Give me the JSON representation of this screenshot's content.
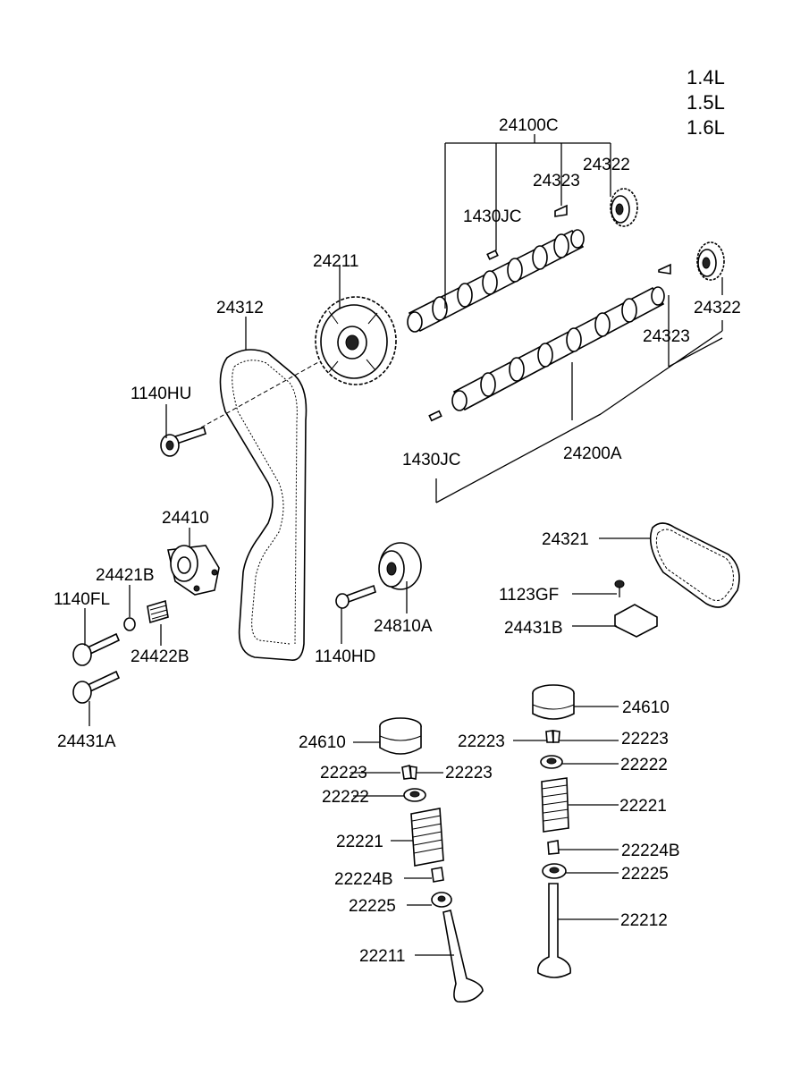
{
  "engine_variants": [
    "1.4L",
    "1.5L",
    "1.6L"
  ],
  "parts": {
    "camshaft_assy_top": "24100C",
    "camshaft_assy_bottom": "24200A",
    "pin_top": "1430JC",
    "pin_bottom": "1430JC",
    "key_top": "24323",
    "key_bottom": "24323",
    "sprocket_top": "24322",
    "sprocket_bottom": "24322",
    "timing_pulley": "24211",
    "timing_belt": "24312",
    "bolt_pulley": "1140HU",
    "tensioner": "24410",
    "washer": "24421B",
    "bolt_fl": "1140FL",
    "spring": "24422B",
    "bolt_tensioner": "24431A",
    "idler": "24810A",
    "bolt_idler": "1140HD",
    "chain": "24321",
    "screw": "1123GF",
    "guide": "24431B",
    "lifter_left": "24610",
    "lifter_right": "24610",
    "retainer_lock_l1": "22223",
    "retainer_lock_l2": "22223",
    "retainer_lock_r1": "22223",
    "retainer_lock_r2": "22223",
    "retainer_left": "22222",
    "retainer_right": "22222",
    "spring_left": "22221",
    "spring_right": "22221",
    "seal_left": "22224B",
    "seal_right": "22224B",
    "seat_left": "22225",
    "seat_right": "22225",
    "valve_intake": "22211",
    "valve_exhaust": "22212"
  }
}
